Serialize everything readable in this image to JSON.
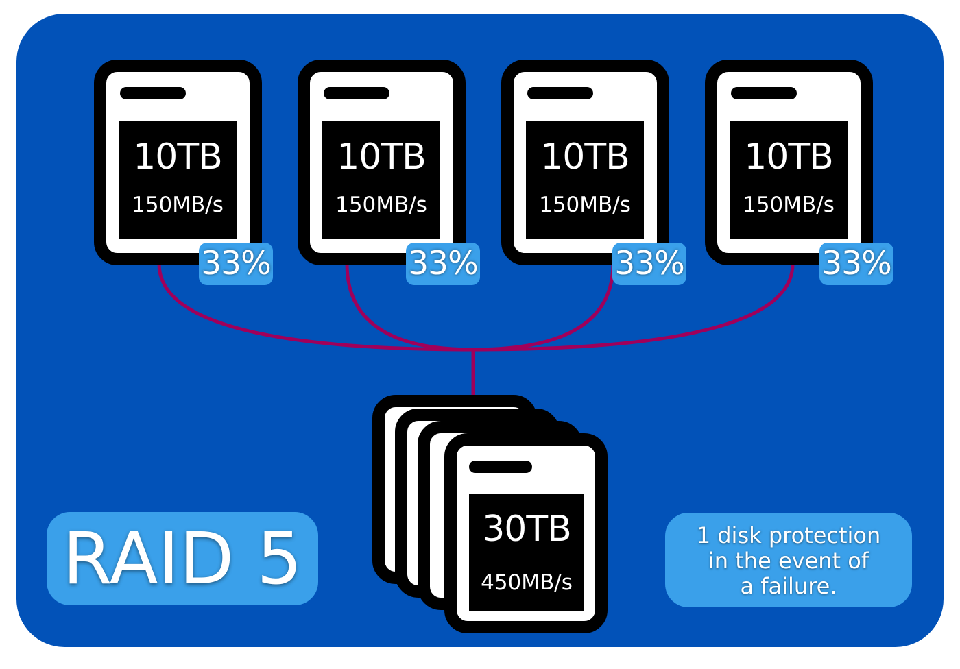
{
  "drives": [
    {
      "capacity": "10TB",
      "speed": "150MB/s",
      "share": "33%"
    },
    {
      "capacity": "10TB",
      "speed": "150MB/s",
      "share": "33%"
    },
    {
      "capacity": "10TB",
      "speed": "150MB/s",
      "share": "33%"
    },
    {
      "capacity": "10TB",
      "speed": "150MB/s",
      "share": "33%"
    }
  ],
  "array": {
    "capacity": "30TB",
    "speed": "450MB/s"
  },
  "raid_label": "RAID 5",
  "note": {
    "line1": "1 disk protection",
    "line2": "in the event of",
    "line3": "a failure."
  },
  "colors": {
    "background": "#0252b8",
    "badge": "#3aa0ea",
    "connector": "#a0005a",
    "drive_border": "#000000",
    "drive_body": "#ffffff"
  }
}
